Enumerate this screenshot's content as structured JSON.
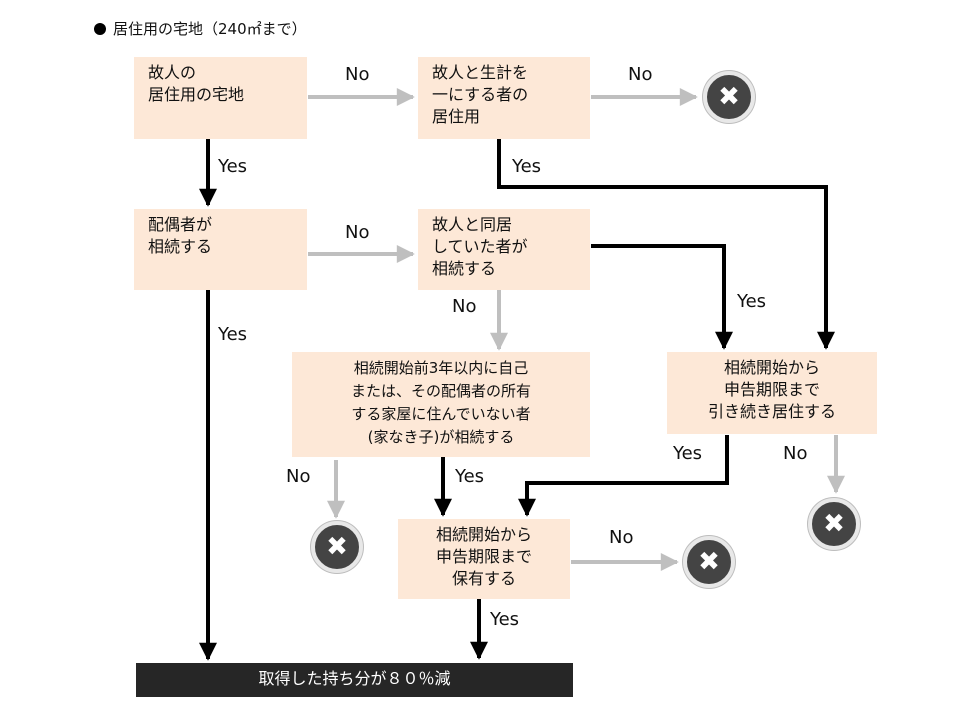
{
  "header": {
    "title": "居住用の宅地（240㎡まで）"
  },
  "nodes": {
    "deceased_residence": {
      "lines": [
        "故人の",
        "居住用の宅地"
      ]
    },
    "same_household": {
      "lines": [
        "故人と生計を",
        "一にする者の",
        "居住用"
      ]
    },
    "spouse_inherits": {
      "lines": [
        "配偶者が",
        "相続する"
      ]
    },
    "cohabitant_inherits": {
      "lines": [
        "故人と同居",
        "していた者が",
        "相続する"
      ]
    },
    "no_home_child": {
      "lines": [
        "相続開始前3年以内に自己",
        "または、その配偶者の所有",
        "する家屋に住んでいない者",
        "(家なき子)が相続する"
      ]
    },
    "continue_residing": {
      "lines": [
        "相続開始から",
        "申告期限まで",
        "引き続き居住する"
      ]
    },
    "hold_until_filing": {
      "lines": [
        "相続開始から",
        "申告期限まで",
        "保有する"
      ]
    }
  },
  "result": {
    "label": "取得した持ち分が８０％減"
  },
  "labels": {
    "yes": "Yes",
    "no": "No",
    "not_applicable_symbol": "✖"
  },
  "colors": {
    "box_fill": "#fde8d7",
    "yes_arrow": "#000000",
    "no_arrow": "#bfbfbf",
    "result_fill": "#262626",
    "not_applicable": "#444444"
  }
}
